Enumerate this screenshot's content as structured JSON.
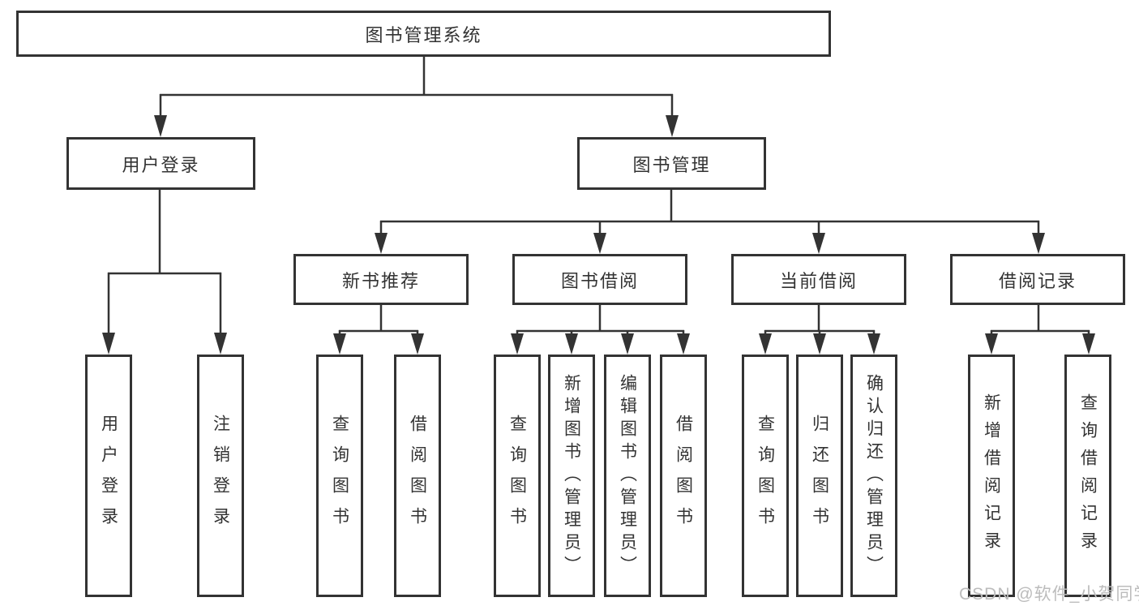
{
  "diagram": {
    "title": "图书管理系统",
    "level2": {
      "user_login": "用户登录",
      "book_mgmt": "图书管理"
    },
    "level3": {
      "new_books": "新书推荐",
      "borrow": "图书借阅",
      "current": "当前借阅",
      "records": "借阅记录"
    },
    "leaves": {
      "user_login": [
        "用户登录",
        "注销登录"
      ],
      "new_books": [
        "查询图书",
        "借阅图书"
      ],
      "borrow": [
        "查询图书",
        "新增图书（管理员）",
        "编辑图书（管理员）",
        "借阅图书"
      ],
      "current": [
        "查询图书",
        "归还图书",
        "确认归还（管理员）"
      ],
      "records": [
        "新增借阅记录",
        "查询借阅记录"
      ]
    }
  },
  "watermark": "CSDN @软件_小贺同学",
  "colors": {
    "line": "#333333",
    "text": "#333333",
    "box_background": "#ffffff",
    "watermark": "#bcbcbc",
    "page_background": "#ffffff"
  }
}
